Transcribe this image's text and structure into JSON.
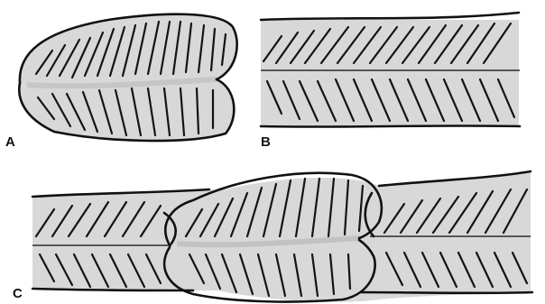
{
  "figure": {
    "background": "#ffffff",
    "ink_color": "#111111",
    "tissue_color": "#d8d8d8",
    "panels": [
      {
        "id": "A",
        "label": "A"
      },
      {
        "id": "B",
        "label": "B"
      },
      {
        "id": "C",
        "label": "C"
      }
    ]
  }
}
